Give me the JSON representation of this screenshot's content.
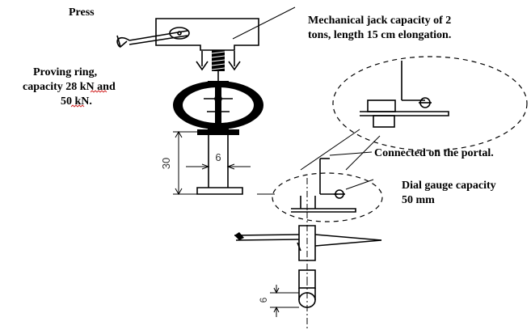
{
  "labels": {
    "press": "Press",
    "jack_line1": "Mechanical jack capacity of 2",
    "jack_line2": "tons, length 15 cm elongation.",
    "ring_line1": "Proving ring,",
    "ring_line2": "capacity 28 kN and",
    "ring_line3": "50 kN.",
    "portal": "Connected on the portal.",
    "dial_line1": "Dial gauge capacity",
    "dial_line2": "50 mm"
  },
  "dimensions": {
    "height": "30",
    "width": "6",
    "bottom": "6"
  },
  "colors": {
    "ink": "#000000",
    "spellcheck": "#d02020"
  }
}
